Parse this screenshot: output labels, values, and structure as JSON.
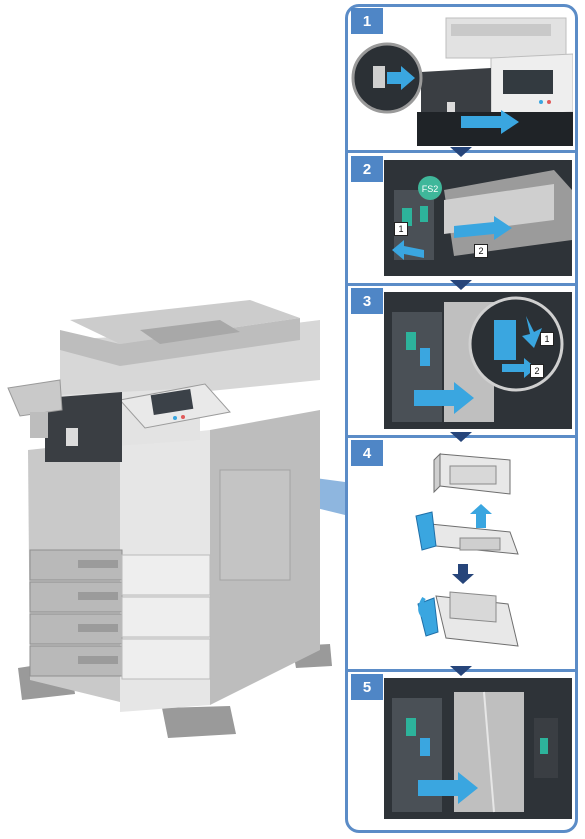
{
  "steps": [
    {
      "number": "1"
    },
    {
      "number": "2"
    },
    {
      "number": "3"
    },
    {
      "number": "4"
    },
    {
      "number": "5"
    }
  ],
  "callouts": {
    "fs2_label": "FS2",
    "tag_1": "1",
    "tag_2": "2"
  },
  "colors": {
    "accent_blue": "#4f86c6",
    "arrow_navy": "#26457a",
    "callout_blue": "#7aa9d9",
    "highlight_cyan": "#3aa6e0",
    "device_gray": "#cfcfcf"
  }
}
